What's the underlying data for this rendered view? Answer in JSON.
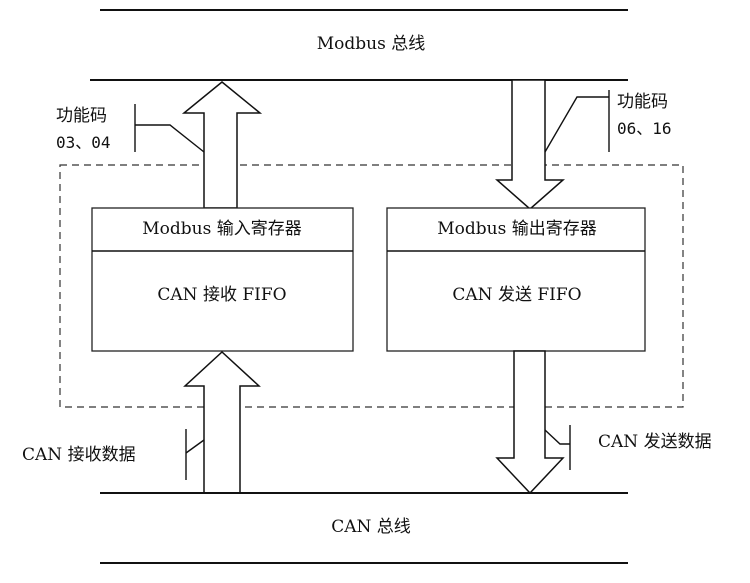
{
  "modbus_bus": "Modbus 总线",
  "can_bus": "CAN 总线",
  "left_block": {
    "header": "Modbus 输入寄存器",
    "body": "CAN 接收 FIFO"
  },
  "right_block": {
    "header": "Modbus 输出寄存器",
    "body": "CAN 发送 FIFO"
  },
  "left_function": {
    "label": "功能码",
    "codes": "03、04"
  },
  "right_function": {
    "label": "功能码",
    "codes": "06、16"
  },
  "can_receive_data": "CAN 接收数据",
  "can_send_data": "CAN 发送数据"
}
